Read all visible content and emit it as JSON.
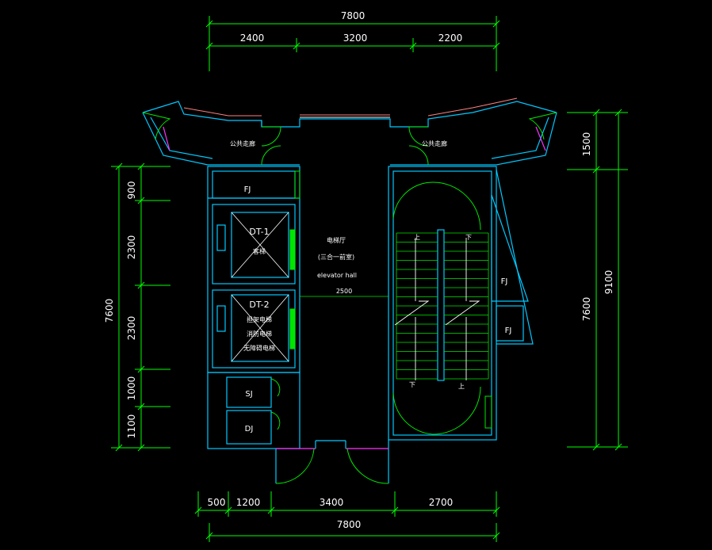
{
  "colors": {
    "background": "#000000",
    "wall": "#00c8ff",
    "dimension": "#00ff00",
    "door": "#00e600",
    "window": "#ff8080",
    "window_magenta": "#ff33ff",
    "text": "#ffffff"
  },
  "dimensions": {
    "top_total": "7800",
    "top_segments": [
      "2400",
      "3200",
      "2200"
    ],
    "bottom_segments": [
      "500",
      "1200",
      "3400",
      "2700"
    ],
    "bottom_total": "7800",
    "left_segments": [
      "900",
      "2300",
      "2300",
      "1000",
      "1100"
    ],
    "left_total": "7600",
    "right_inner": [
      "1500",
      "7600"
    ],
    "right_outer": "9100"
  },
  "rooms": {
    "balcony_left": "公共走廊",
    "balcony_right": "公共走廊",
    "fj_top": "FJ",
    "dt1_code": "DT-1",
    "dt1_name": "客梯",
    "dt2_code": "DT-2",
    "dt2_line1": "担架电梯",
    "dt2_line2": "消防电梯",
    "dt2_line3": "无障碍电梯",
    "hall_cn": "电梯厅",
    "hall_note": "(三合一前室)",
    "hall_en": "elevator hall",
    "hall_width": "2500",
    "fj_right_upper": "FJ",
    "fj_right_lower": "FJ",
    "sj": "SJ",
    "dj": "DJ",
    "stair_up_left": "上",
    "stair_up_right": "下",
    "stair_down_left": "下",
    "stair_down_right": "上"
  }
}
